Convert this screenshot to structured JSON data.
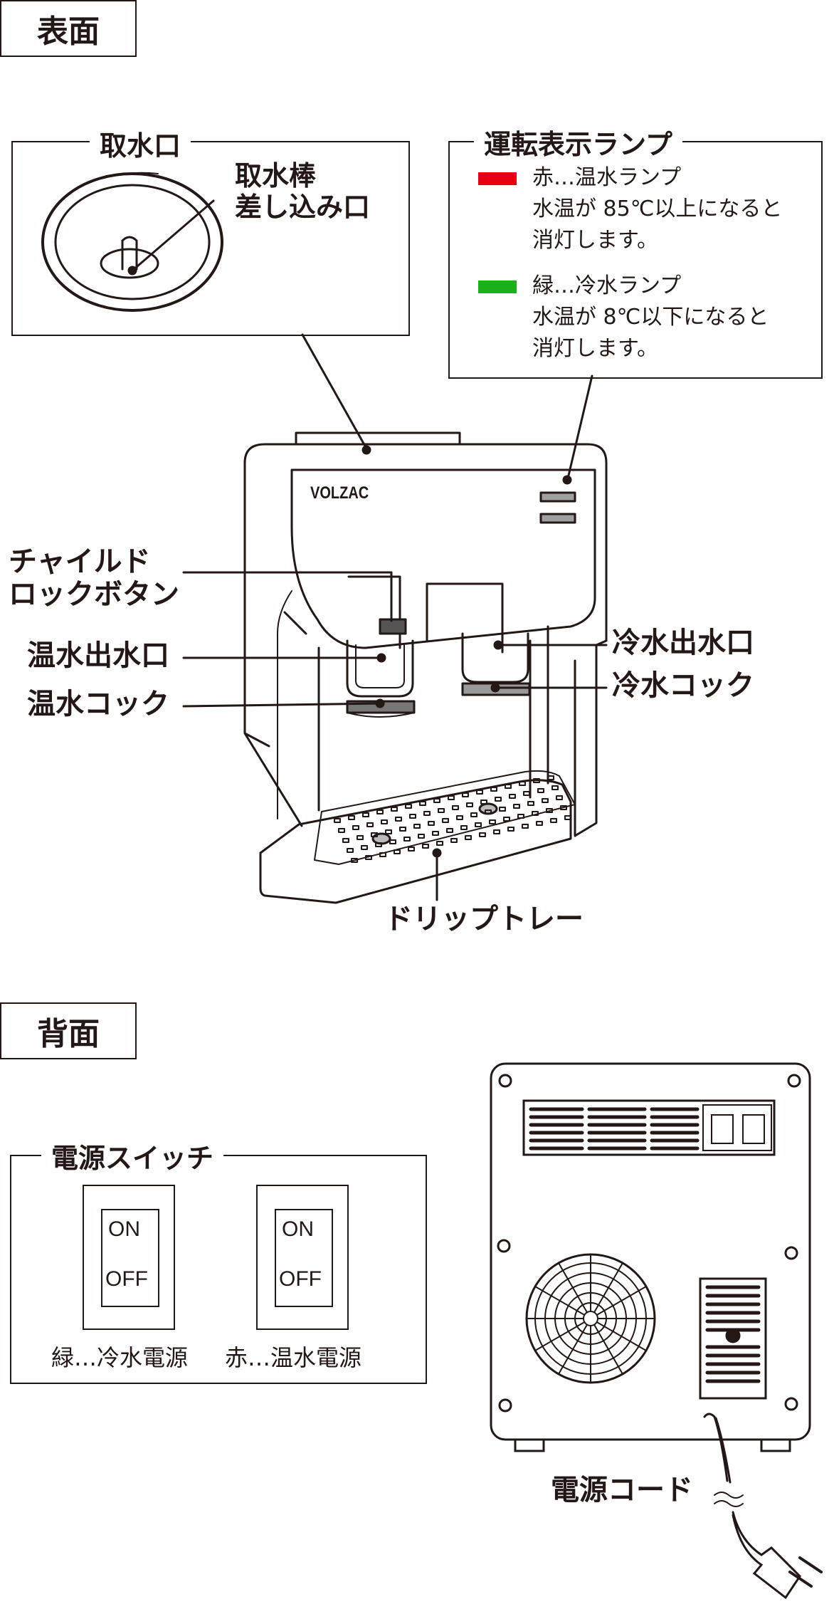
{
  "front": {
    "heading": "表面",
    "intake_panel": {
      "title": "取水口",
      "rod_label_line1": "取水棒",
      "rod_label_line2": "差し込み口"
    },
    "lamp_panel": {
      "title": "運転表示ランプ",
      "red": {
        "color": "#e60012",
        "line1": "赤…温水ランプ",
        "line2": "水温が 85℃以上になると",
        "line3": "消灯します。"
      },
      "green": {
        "color": "#1bb01b",
        "line1": "緑…冷水ランプ",
        "line2": "水温が 8℃以下になると",
        "line3": "消灯します。"
      }
    },
    "brand": "VOLZAC",
    "labels": {
      "child_lock_line1": "チャイルド",
      "child_lock_line2": "ロックボタン",
      "hot_outlet": "温水出水口",
      "hot_cock": "温水コック",
      "cold_outlet": "冷水出水口",
      "cold_cock": "冷水コック",
      "drip_tray": "ドリップトレー"
    }
  },
  "back": {
    "heading": "背面",
    "switch_panel": {
      "title": "電源スイッチ",
      "switches": [
        {
          "on": "ON",
          "off": "OFF",
          "caption": "緑…冷水電源"
        },
        {
          "on": "ON",
          "off": "OFF",
          "caption": "赤…温水電源"
        }
      ]
    },
    "power_cord": "電源コード"
  }
}
